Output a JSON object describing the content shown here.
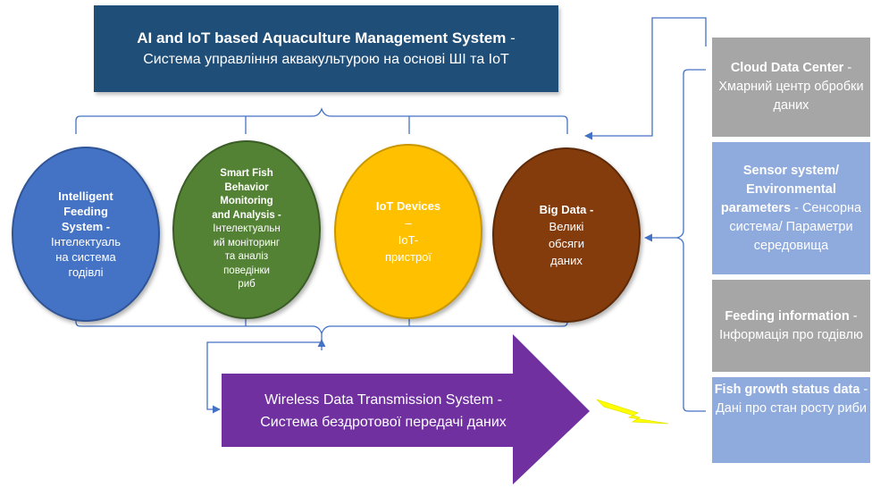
{
  "title": {
    "bold": "AI and IoT based Aquaculture Management System",
    "rest": " -",
    "subtitle": "Система управління аквакультурою на основі ШІ та IoT"
  },
  "components": [
    {
      "title_lines": [
        "Intelligent",
        "Feeding",
        "System -"
      ],
      "desc_lines": [
        "Інтелектуаль",
        "на система",
        "годівлі"
      ],
      "color": "#4472c4"
    },
    {
      "title_lines": [
        "Smart Fish",
        "Behavior",
        "Monitoring",
        "and Analysis -"
      ],
      "desc_lines": [
        "Інтелектуальн",
        "ий моніторинг",
        "та аналіз",
        "поведінки",
        "риб"
      ],
      "color": "#548235"
    },
    {
      "title_lines": [
        "IoT Devices",
        "–"
      ],
      "desc_lines": [
        "IoT-",
        "пристрої"
      ],
      "color": "#ffc000"
    },
    {
      "title_lines": [
        "Big Data -"
      ],
      "desc_lines": [
        "Великі",
        "обсяги",
        "даних"
      ],
      "color": "#843c0c"
    }
  ],
  "transmission": {
    "line1": "Wireless Data Transmission System -",
    "line2": "Система бездротової передачі даних",
    "color": "#7030a0"
  },
  "data_sources": [
    {
      "bold": "Cloud Data Center",
      "rest": " - Хмарний центр обробки даних",
      "color": "#a6a6a6"
    },
    {
      "bold": "Sensor system/ Environmental parameters",
      "rest": " - Сенсорна система/ Параметри середовища",
      "color": "#8faadc"
    },
    {
      "bold": "Feeding information",
      "rest": " - Інформація про годівлю",
      "color": "#a6a6a6"
    },
    {
      "bold": "Fish growth status data",
      "rest": " - Дані про стан росту риби",
      "color": "#8faadc"
    }
  ],
  "colors": {
    "title_bg": "#1f4e79",
    "connector": "#4472c4",
    "lightning": "#ffff00"
  }
}
